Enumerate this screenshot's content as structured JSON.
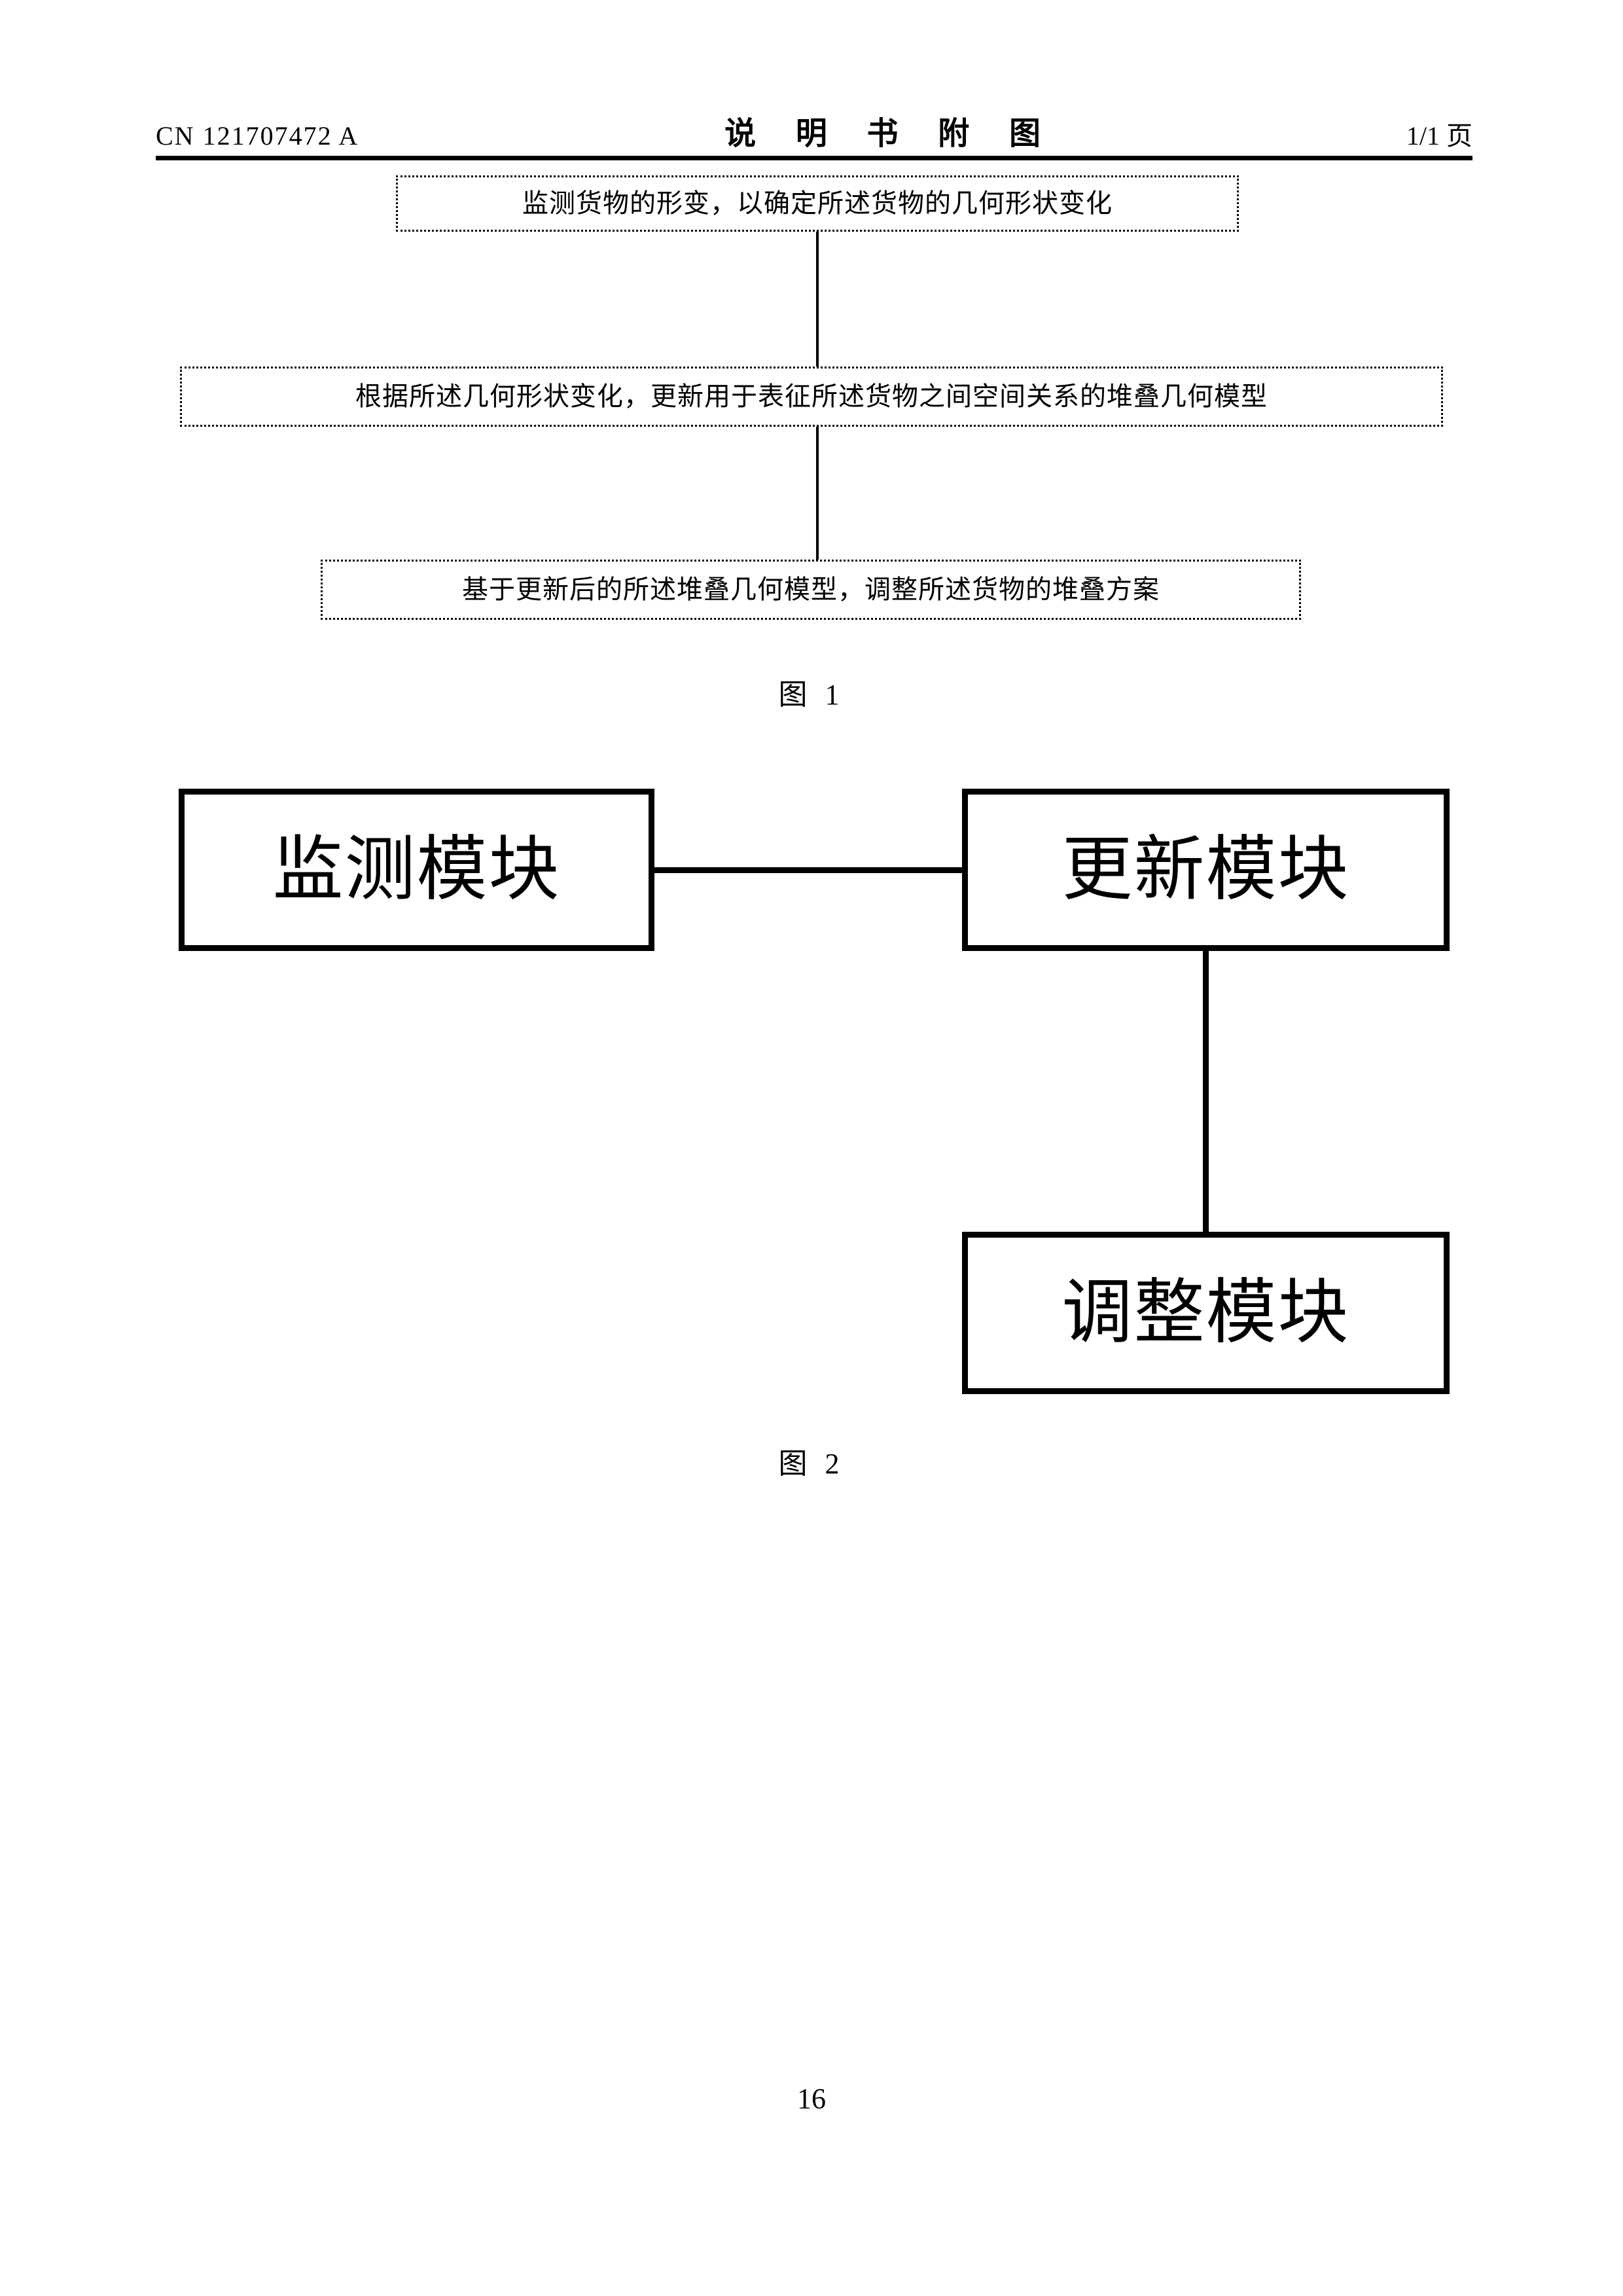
{
  "header": {
    "patent_number": "CN 121707472 A",
    "title": "说 明 书 附 图",
    "page_indicator": "1/1 页"
  },
  "figure1": {
    "caption": "图 1",
    "steps": [
      {
        "label": "监测货物的形变，以确定所述货物的几何形状变化"
      },
      {
        "label": "根据所述几何形状变化，更新用于表征所述货物之间空间关系的堆叠几何模型"
      },
      {
        "label": "基于更新后的所述堆叠几何模型，调整所述货物的堆叠方案"
      }
    ]
  },
  "figure2": {
    "caption": "图 2",
    "modules": [
      {
        "label": "监测模块"
      },
      {
        "label": "更新模块"
      },
      {
        "label": "调整模块"
      }
    ]
  },
  "footer": {
    "page_number": "16"
  },
  "colors": {
    "ink": "#000000",
    "paper": "#ffffff"
  }
}
